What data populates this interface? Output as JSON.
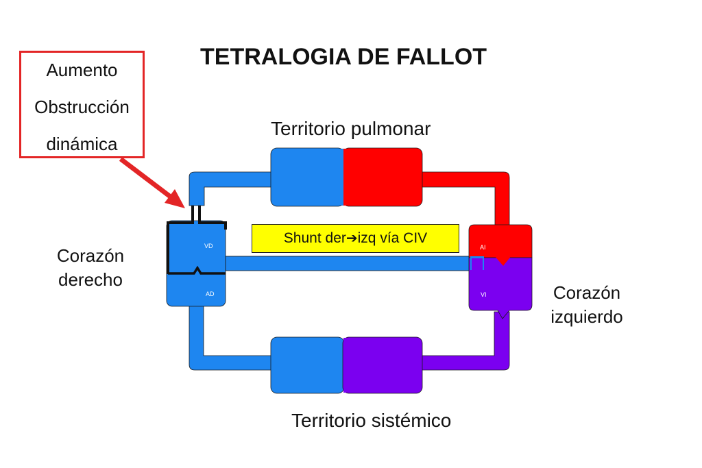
{
  "title": "TETRALOGIA DE FALLOT",
  "annotation": {
    "lines": [
      "Aumento",
      "Obstrucción",
      "dinámica"
    ]
  },
  "labels": {
    "pulmonary_territory": "Territorio pulmonar",
    "systemic_territory": "Territorio sistémico",
    "right_heart": [
      "Corazón",
      "derecho"
    ],
    "left_heart": [
      "Corazón",
      "izquierdo"
    ]
  },
  "shunt": {
    "before": "Shunt der",
    "arrow": "➔",
    "after": "izq  vía CIV"
  },
  "chambers": {
    "rv": "VD",
    "ra": "AD",
    "la": "AI",
    "lv": "VI"
  },
  "colors": {
    "venous": "#1e86f0",
    "arterial": "#ff0000",
    "mixed": "#7b00f0",
    "annotation": "#e32526",
    "shunt_bg": "#ffff00"
  }
}
